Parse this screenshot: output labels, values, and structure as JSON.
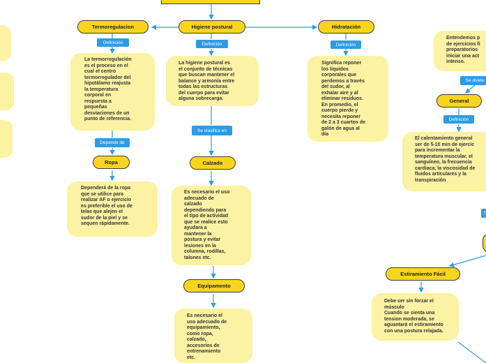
{
  "nodes": {
    "termoregulacion": "Termoregulacion",
    "higiene_postural": "Higiene postural",
    "hidratacion": "Hidratación",
    "ropa": "Ropa",
    "calzado": "Calzado",
    "equipamento": "Equipamento",
    "general": "General",
    "estiramiento_facil": "Estiramiento Fácil"
  },
  "links": {
    "definicion_1": "Definición",
    "definicion_2": "Definición",
    "definicion_3": "Definición",
    "definicion_4": "Definición",
    "depende_de": "Depende de",
    "se_clasifica_en": "Se clasifica en",
    "se_divide": "Se divide",
    "partial_s": "S"
  },
  "notes": {
    "termoregulacion_def": "La termorregulación\nes el proceso en el\ncual el centro\ntermorregulador del\nhipotálamo reajusta\nla temperatura\ncorporal en\nrespuesta a\npequeñas\ndesviaciones de un\npunto de referencia.",
    "higiene_def": "La higiene postural es\nel conjunto de técnicas\nque buscan mantener el\nbalance y armonía entre\ntodas las estructuras\ndel cuerpo para evitar\nalguna sobrecarga.",
    "hidratacion_def": "Significa reponer\nlos líquidos\ncorporales que\nperdemos a través\ndel sudor, al\nexhalar aire y al\neliminar residuos.\nEn promedio, el\ncuerpo pierde y\nnecesita reponer\nde 2 a 3 cuartos de\ngalón de agua al\ndía",
    "ropa_def": "Dependerá de la ropa\nque se utilice para\nrealizar AF o ejercicio\nes preferible el uso de\ntelas que alejen el\nsudor de la piel y se\nsequen rápidamente.",
    "calzado_def": "Es necesario el uso\nadecuado de\ncalzado\ndependiendo para\nel tipo de actividad\nque se realice esto\nayudara a\nmantener la\npostura y evitar\nlesiones en la\ncolumna, rodillas,\ntalones etc.",
    "equipamento_def": "Es necesario el\nuso adecuado de\nequipamiento,\ncomo ropa,\ncalzado,\naccesorios de\nentrenamiento\netc.",
    "entendemos": "Entendemos p\nde ejercicios fi\npreparatorios\niniciar una act\nintenso.",
    "general_def": "El calentamiento general\nser de 5-10 min de ejercic\npara incrementar la\ntemperatura muscular, el\nsanguíneo, la frecuencia\ncardiaca, la viscosidad de\nfluidos articulares y la\ntranspiración",
    "estiramiento_def": "Debe ser sin forzar el\nmúsculo\nCuando se sienta una\ntension moderada, se\naguantará el estiramiento\ncon una postura relajada."
  },
  "colors": {
    "node_fill": "#f7d51d",
    "note_fill": "#fcf2a3",
    "link_tag": "#2d9be5",
    "connector": "#2d9be5"
  }
}
